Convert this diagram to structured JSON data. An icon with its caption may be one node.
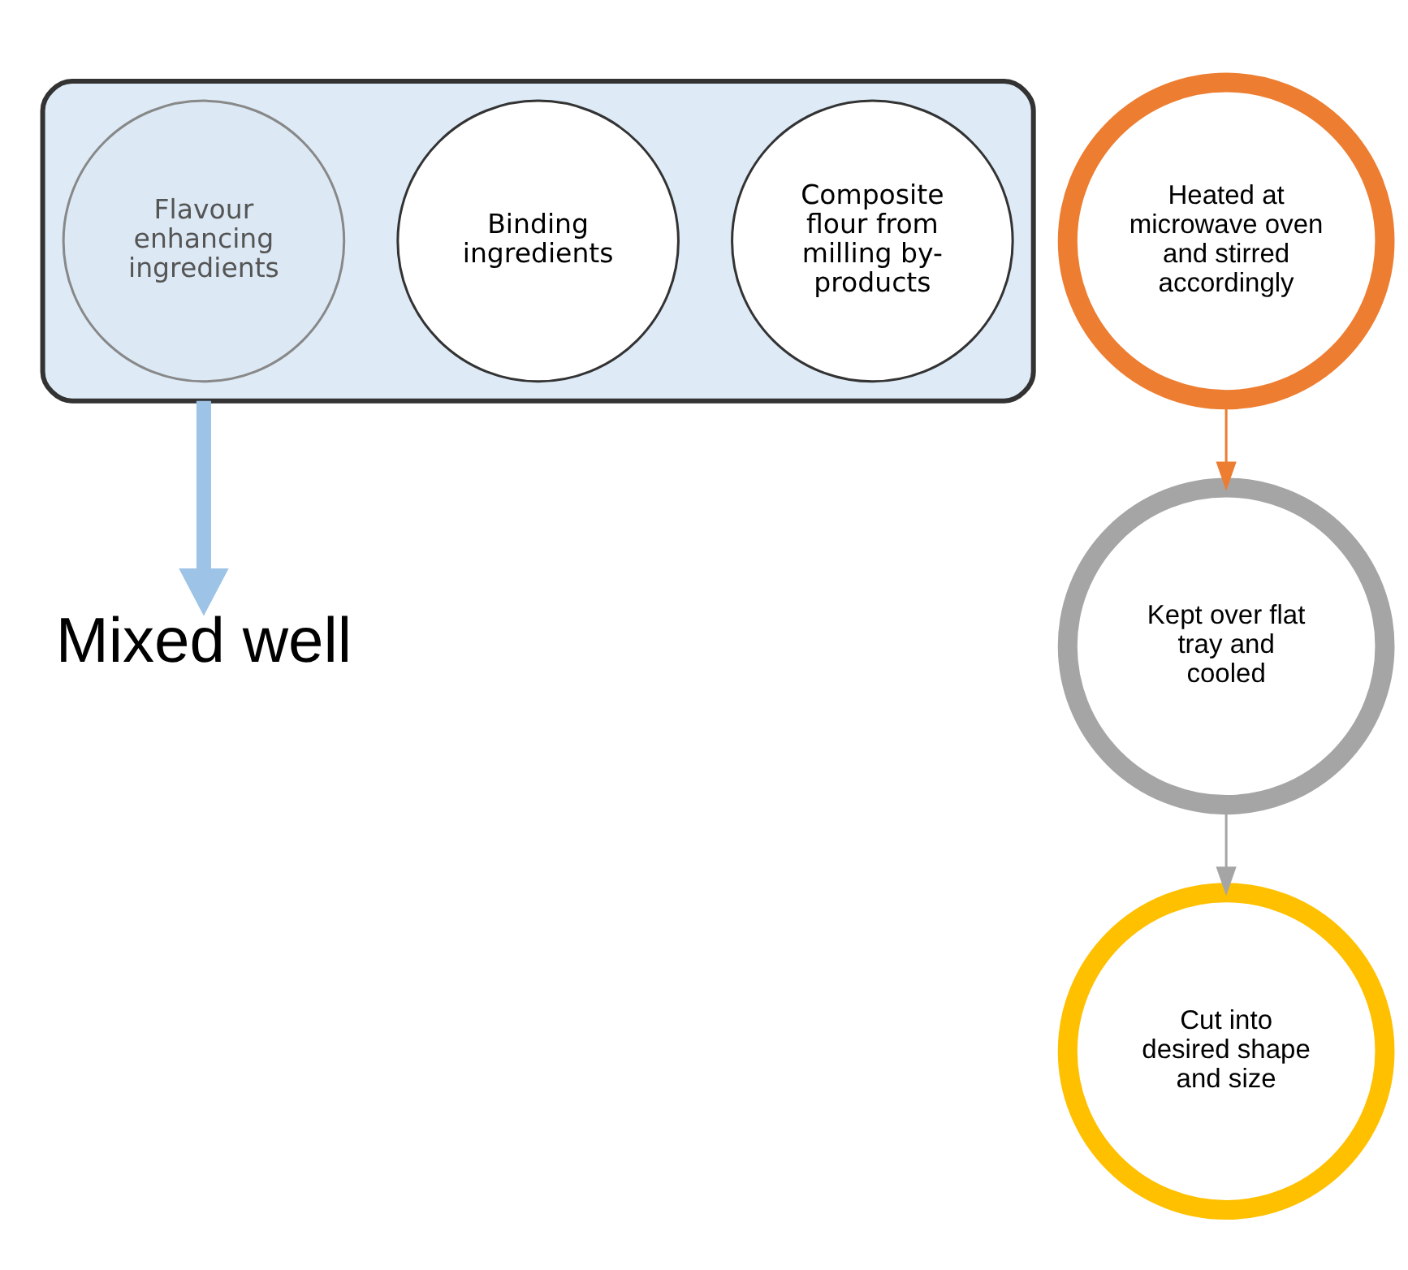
{
  "diagram": {
    "nodes": [
      {
        "text": [],
        "shape": "funnel"
      },
      {
        "text": [
          "Composite flour from milling by-products"
        ],
        "in": 0
      },
      {
        "text": [
          "Binding ingredients"
        ],
        "in": 0
      },
      {
        "text": [
          "Flavour enhancing ingredients"
        ],
        "in": 0
      },
      {
        "text": [
          "Mixed well"
        ]
      },
      {
        "text": [
          "Heated at microwave oven and stirred accordingly"
        ]
      },
      {
        "text": [
          "Kept over flat tray and cooled"
        ]
      },
      {
        "text": [
          "Cut into desired shape and size"
        ]
      }
    ],
    "edges": [
      {
        "from": 0,
        "to": 4,
        "arrow": "to",
        "style": "thick",
        "color": "#9dc3e6"
      },
      {
        "from": 5,
        "to": 6,
        "arrow": "to",
        "color": "#ed7d31"
      },
      {
        "from": 6,
        "to": 7,
        "arrow": "to",
        "color": "#a5a5a5"
      }
    ]
  }
}
